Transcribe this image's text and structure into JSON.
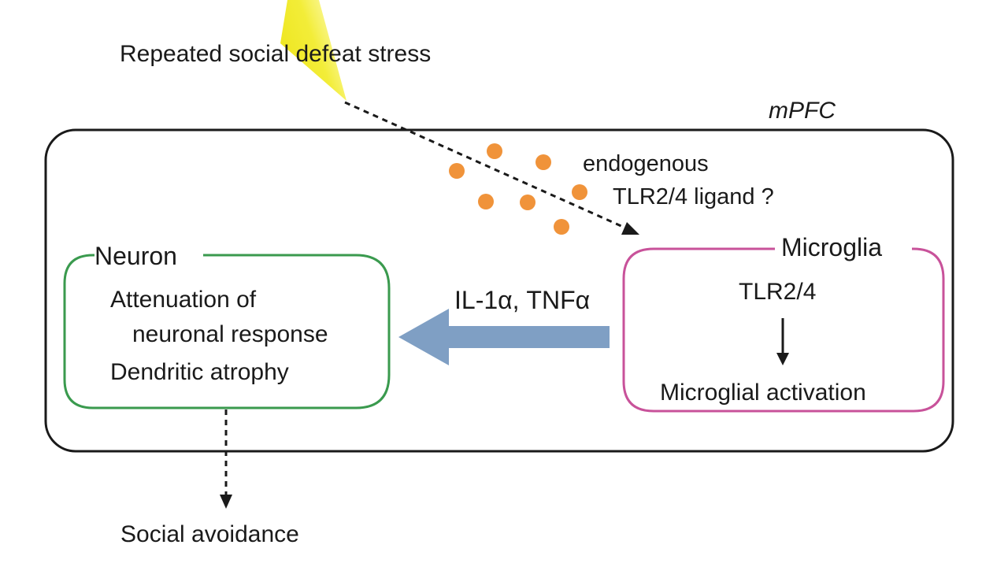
{
  "diagram": {
    "stimulus_label": "Repeated social defeat stress",
    "region_label": "mPFC",
    "ligand_line1": "endogenous",
    "ligand_line2": "TLR2/4 ligand ?",
    "neuron": {
      "title": "Neuron",
      "line1": "Attenuation of",
      "line2": "neuronal response",
      "line3": "Dendritic atrophy"
    },
    "microglia": {
      "title": "Microglia",
      "receptor": "TLR2/4",
      "outcome": "Microglial activation"
    },
    "cytokines_label": "IL-1α, TNFα",
    "behavior_label": "Social avoidance"
  },
  "colors": {
    "outline": "#1a1a1a",
    "neuron_border": "#3a9a4e",
    "microglia_border": "#c8529a",
    "ligand_dot": "#f0933a",
    "cytokine_arrow": "#7f9fc4",
    "stress_beam": "#f4ef3a"
  },
  "icons": {
    "ligand": "filled-circle",
    "cytokine_arrow": "block-arrow-left",
    "stress_path": "dashed-arrow",
    "activation": "solid-arrow-down"
  }
}
